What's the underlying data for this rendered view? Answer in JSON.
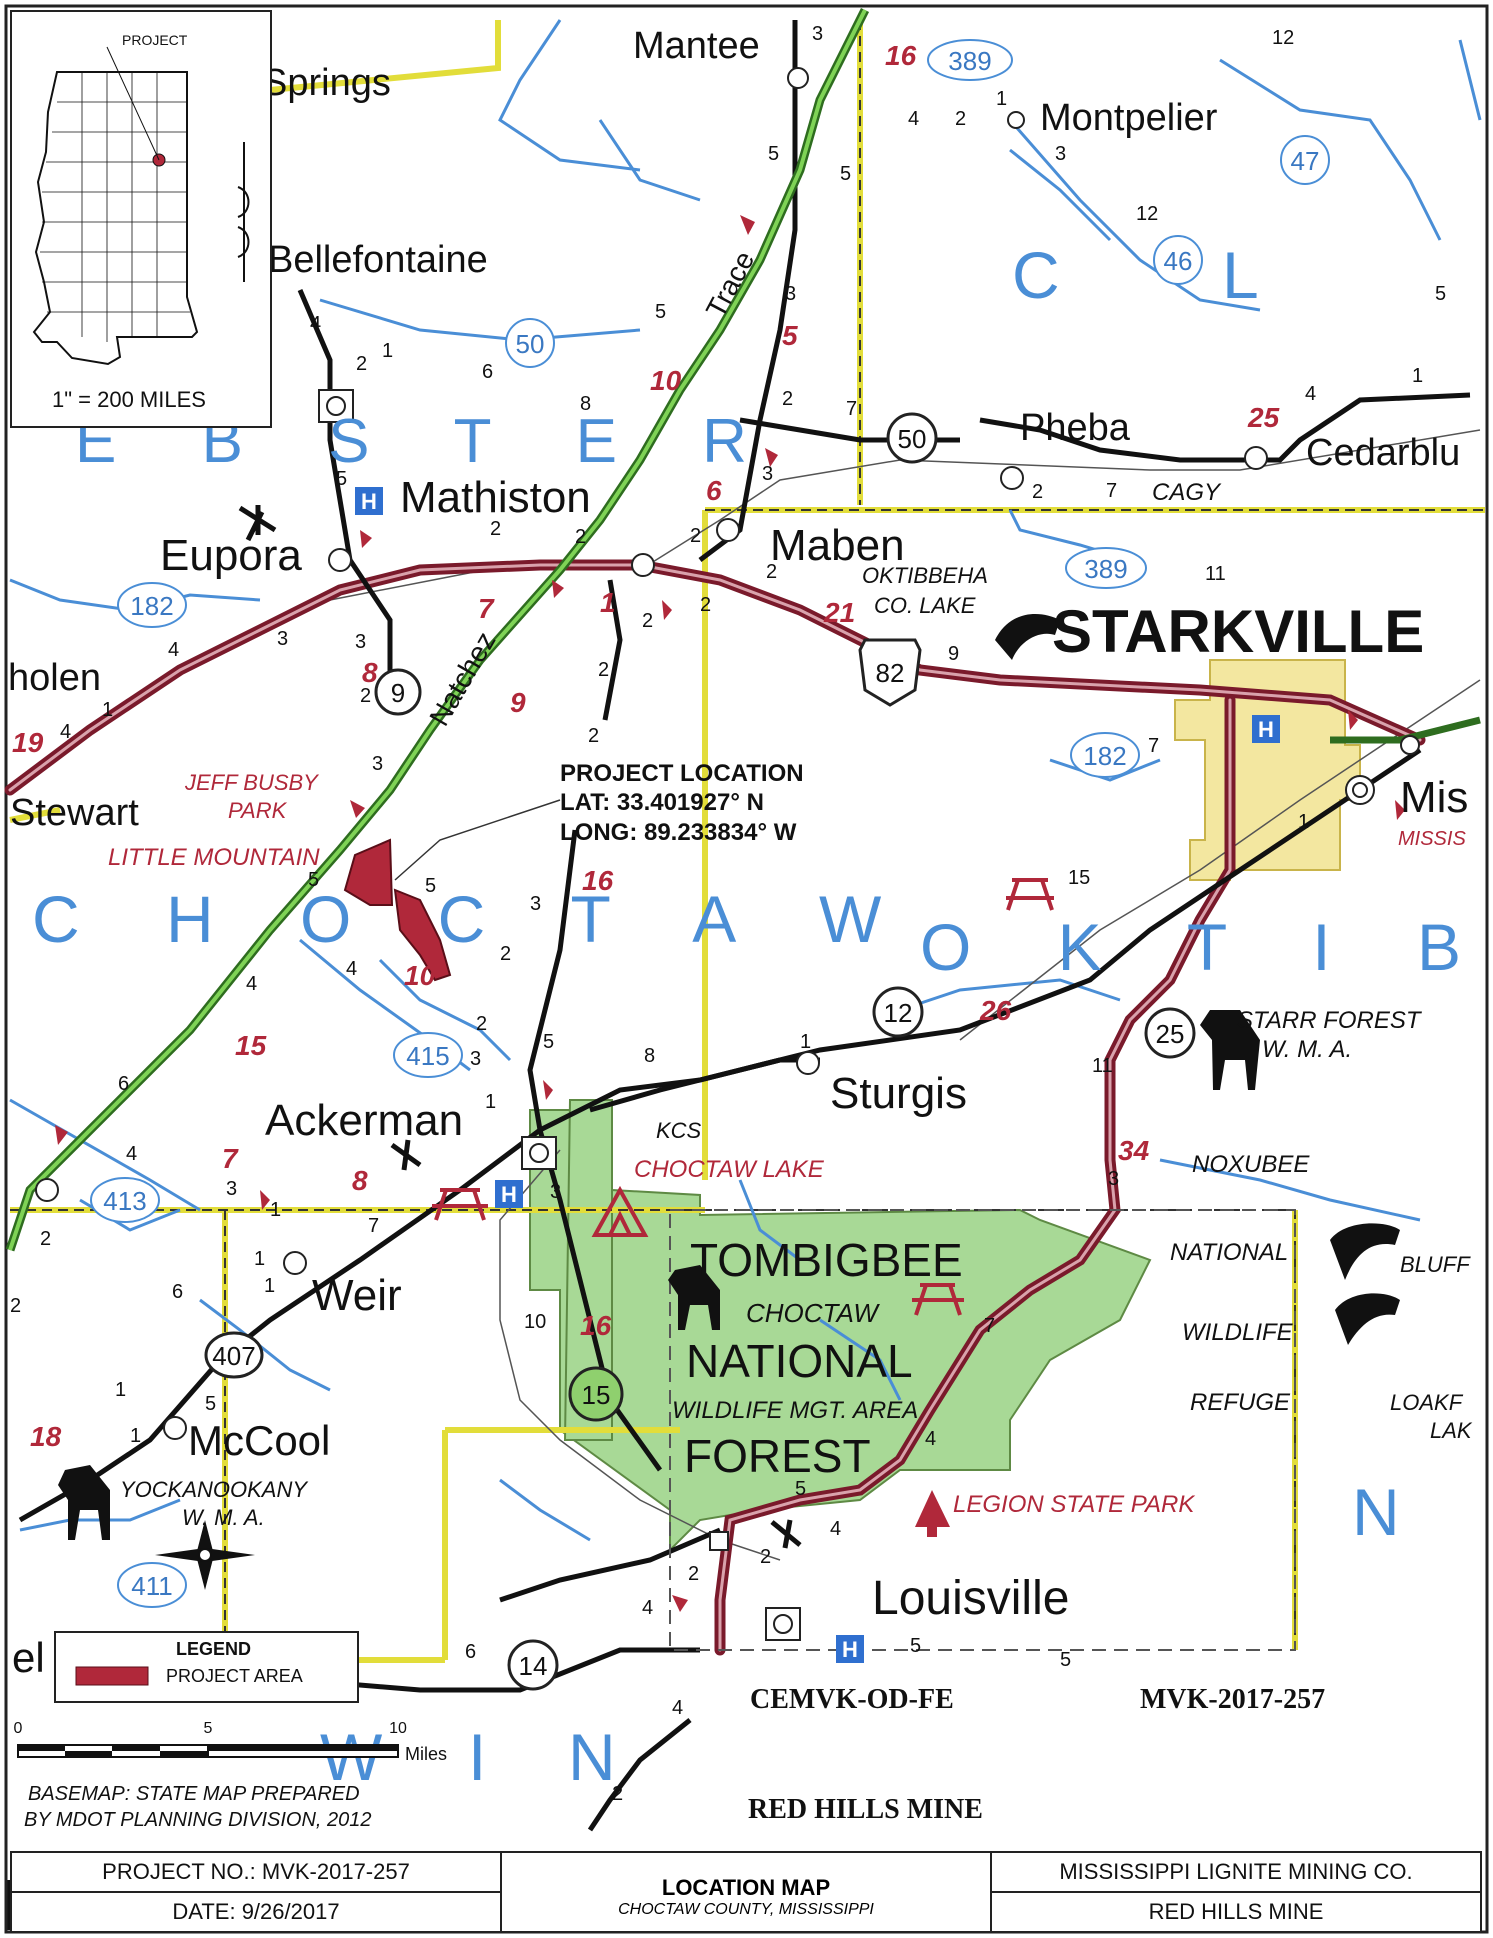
{
  "inset": {
    "project_label": "PROJECT",
    "scale_text": "1\" = 200 MILES"
  },
  "counties": [
    "WEBSTER",
    "CHOCTAW",
    "OKTIBBEHA",
    "CLAY",
    "WINSTON"
  ],
  "county_fragments": {
    "webster": "E B S T E R",
    "choctaw": "C H O C T A W",
    "oktibbeha": "O K T I B B E H A",
    "clay_c": "C",
    "clay_l": "L",
    "noxubee_n": "N",
    "winston_w": "W",
    "winston_i": "I",
    "winston_n": "N"
  },
  "places": {
    "mantee": "Mantee",
    "springs": "Springs",
    "montpelier": "Montpelier",
    "bellefontaine": "Bellefontaine",
    "mathiston": "Mathiston",
    "eupora": "Eupora",
    "maben": "Maben",
    "pheba": "Pheba",
    "cedarbluff": "Cedarblu",
    "starkville": "STARKVILLE",
    "holen": "holen",
    "stewart": "Stewart",
    "mis": "Mis",
    "missis": "MISSIS",
    "ackerman": "Ackerman",
    "sturgis": "Sturgis",
    "weir": "Weir",
    "mccool": "McCool",
    "louisville": "Louisville",
    "el": "el"
  },
  "features": {
    "trace": "Trace",
    "natchez": "Natchez",
    "cagy": "CAGY",
    "oktibbeha_lake_1": "OKTIBBEHA",
    "oktibbeha_lake_2": "CO. LAKE",
    "jeff_busby_1": "JEFF BUSBY",
    "jeff_busby_2": "PARK",
    "little_mountain": "LITTLE MOUNTAIN",
    "kcs": "KCS",
    "choctaw_lake": "CHOCTAW LAKE",
    "tombigbee": "TOMBIGBEE",
    "choctaw_wma": "CHOCTAW",
    "national": "NATIONAL",
    "wildlife_mgt": "WILDLIFE MGT. AREA",
    "forest": "FOREST",
    "legion": "LEGION STATE PARK",
    "starr_forest_1": "STARR FOREST",
    "starr_forest_2": "W. M. A.",
    "noxubee": "NOXUBEE",
    "nat_refuge_1": "NATIONAL",
    "nat_refuge_2": "WILDLIFE",
    "nat_refuge_3": "REFUGE",
    "bluff": "BLUFF",
    "loakf_1": "LOAKF",
    "loakf_2": "LAK",
    "yockanookany_1": "YOCKANOOKANY",
    "yockanookany_2": "W. M. A."
  },
  "project": {
    "title": "PROJECT LOCATION",
    "lat": "LAT: 33.401927° N",
    "long": "LONG: 89.233834° W"
  },
  "legend": {
    "title": "LEGEND",
    "item": "PROJECT AREA",
    "item_color": "#b0283a"
  },
  "scale_bar": {
    "ticks": [
      "0",
      "5",
      "10"
    ],
    "unit": "Miles"
  },
  "basemap_note": [
    "BASEMAP: STATE MAP PREPARED",
    "BY MDOT PLANNING DIVISION, 2012"
  ],
  "stamps": {
    "office": "CEMVK-OD-FE",
    "permit": "MVK-2017-257",
    "mine": "RED HILLS MINE"
  },
  "title_block": {
    "project_no": "PROJECT NO.:  MVK-2017-257",
    "date": "DATE: 9/26/2017",
    "title": "LOCATION MAP",
    "subtitle": "CHOCTAW COUNTY, MISSISSIPPI",
    "client": "MISSISSIPPI LIGNITE MINING CO.",
    "site": "RED HILLS MINE"
  },
  "route_shields": {
    "us": [
      "82"
    ],
    "state": [
      "9",
      "12",
      "14",
      "15",
      "25",
      "50",
      "407"
    ],
    "blue": [
      "389",
      "389",
      "47",
      "46",
      "50",
      "182",
      "182",
      "415",
      "413",
      "411"
    ]
  },
  "colors": {
    "county_line": "#e2dd3a",
    "highway": "#7a1a2b",
    "trace": "#5fc33a",
    "water": "#4a8ed6",
    "forest": "#9fd38a",
    "city": "#f2e59a",
    "project_area": "#b0283a"
  }
}
